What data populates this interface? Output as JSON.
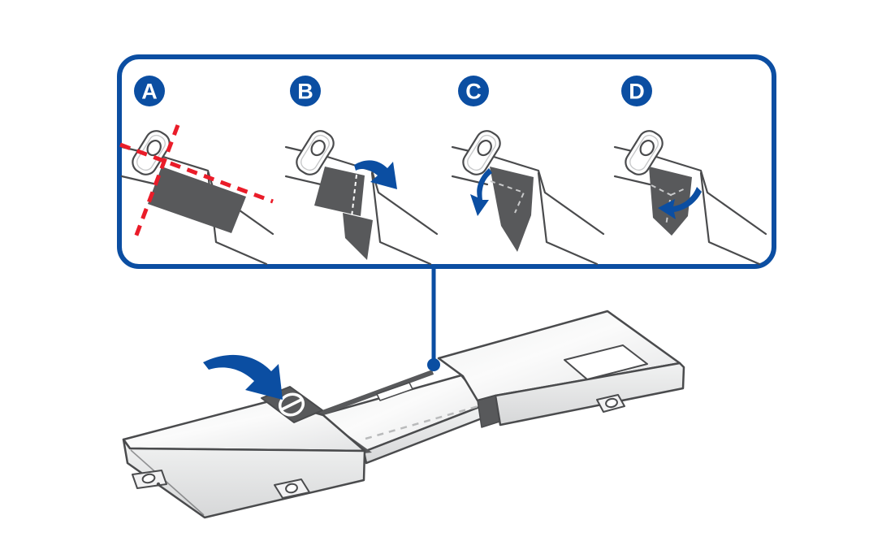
{
  "callout": {
    "steps": [
      {
        "label": "A"
      },
      {
        "label": "B"
      },
      {
        "label": "C"
      },
      {
        "label": "D"
      }
    ]
  },
  "icons": {
    "prohibition_symbol": "⊘",
    "step_badge": "filled-circle-letter",
    "fold_arrow_right": "curved-arrow-right",
    "fold_arrow_down": "curved-arrow-down",
    "fold_arrow_left": "curved-arrow-left",
    "attention_arrow": "curved-pointer-arrow",
    "leader_line": "callout-leader-with-dot"
  },
  "colors": {
    "accent_blue": "#0B4EA2",
    "warning_red": "#EA1C29",
    "tape_dark_gray": "#58595B",
    "outline_gray": "#4A4B4D",
    "body_light_gray": "#F2F3F3",
    "background": "#FFFFFF"
  }
}
